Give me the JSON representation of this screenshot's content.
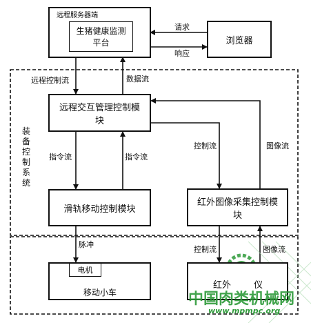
{
  "remote_server": {
    "title": "远程服务器端",
    "monitor_platform_line1": "生猪健康监测",
    "monitor_platform_line2": "平台"
  },
  "browser": {
    "label": "浏览器"
  },
  "flows": {
    "request": "请求",
    "response": "响应",
    "remote_control_flow": "远程控制流",
    "data_flow": "数据流",
    "command_flow_left": "指令流",
    "command_flow_right": "指令流",
    "control_flow_upper": "控制流",
    "image_flow_upper": "图像流",
    "pulse": "脉冲",
    "control_flow_lower": "控制流",
    "image_flow_lower": "图像流"
  },
  "equipment_control_system": {
    "label_chars": [
      "装",
      "备",
      "控",
      "制",
      "系",
      "统"
    ]
  },
  "modules": {
    "remote_interaction_line1": "远程交互管理控制模",
    "remote_interaction_line2": "块",
    "rail_motion": "滑轨移动控制模块",
    "ir_capture_line1": "红外图像采集控制模",
    "ir_capture_line2": "块"
  },
  "lower": {
    "motor": "电机",
    "mobile_cart": "移动小车",
    "ir_device_partial_left": "红外",
    "ir_device_partial_right": "仪"
  },
  "watermark": {
    "text": "中国肉类机械网",
    "url": "www.mpmpc.org"
  },
  "colors": {
    "line": "#111111",
    "watermark": "#2e9b3a"
  }
}
